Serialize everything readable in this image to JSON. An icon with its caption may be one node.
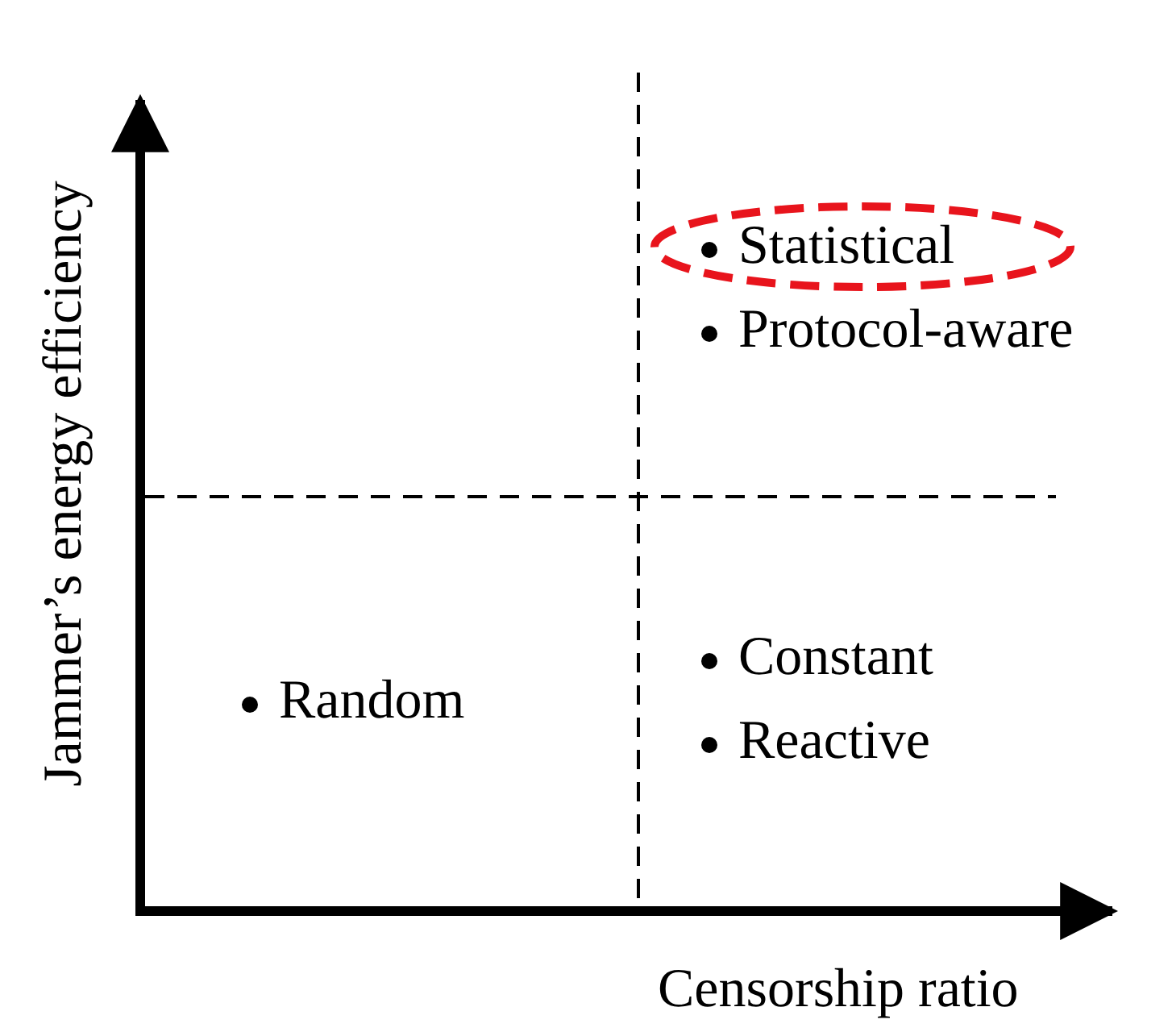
{
  "diagram": {
    "nodes": [
      {
        "text": [
          "Statistical"
        ]
      }
    ],
    "edges": [],
    "labels": [
      "Jammer’s energy efficiency",
      "Protocol-aware",
      "Random",
      "Constant",
      "Reactive",
      "Censorship ratio"
    ]
  }
}
